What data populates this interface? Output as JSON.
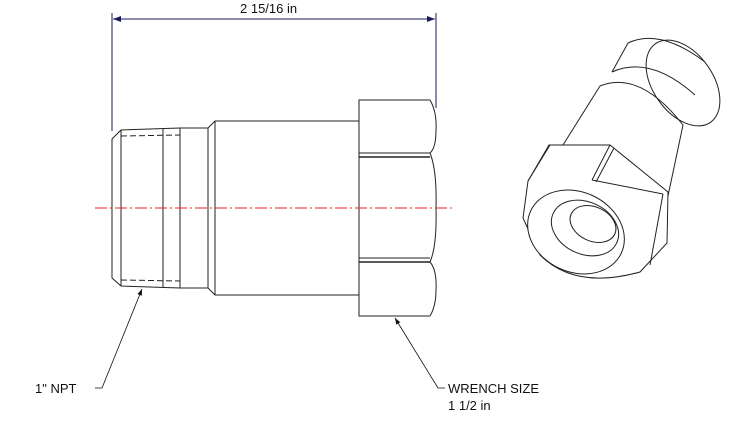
{
  "dimensions": {
    "overall_length": "2 15/16 in"
  },
  "callouts": {
    "thread": "1\" NPT",
    "wrench_label": "WRENCH SIZE",
    "wrench_value": "1 1/2 in"
  },
  "colors": {
    "line": "#222222",
    "dimension": "#1a1a5a",
    "centerline": "#e82020"
  }
}
